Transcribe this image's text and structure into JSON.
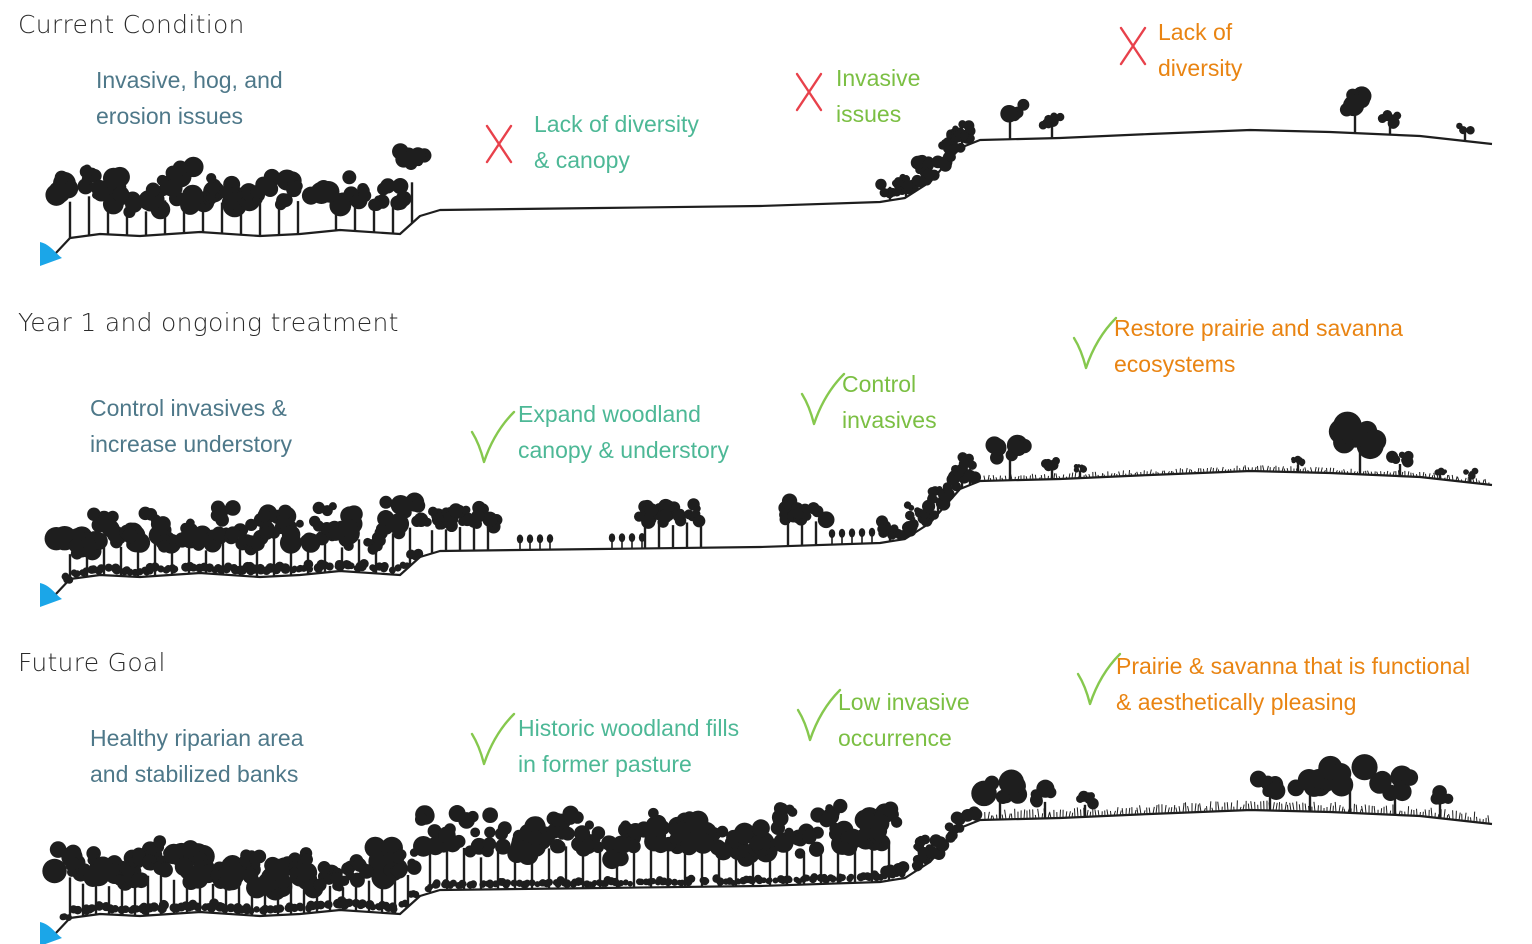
{
  "colors": {
    "issue_mark": "#e8414b",
    "check_mark": "#86c84e",
    "teal_text": "#4db896",
    "slate_text": "#4e7889",
    "green_text": "#7bbf43",
    "orange_text": "#e98412",
    "water": "#1ba6e8",
    "ground": "#1e1e1e",
    "title_text": "#2b2b2b"
  },
  "panels": [
    {
      "title": "Current Condition",
      "notes": [
        {
          "lines": [
            "Invasive, hog, and",
            "erosion issues"
          ],
          "color": "slate_text",
          "mark": "none"
        },
        {
          "lines": [
            "Lack of diversity",
            "& canopy"
          ],
          "color": "teal_text",
          "mark": "x"
        },
        {
          "lines": [
            "Invasive",
            "issues"
          ],
          "color": "green_text",
          "mark": "x"
        },
        {
          "lines": [
            "Lack of",
            "diversity"
          ],
          "color": "orange_text",
          "mark": "x"
        }
      ]
    },
    {
      "title": "Year 1 and ongoing treatment",
      "notes": [
        {
          "lines": [
            "Control invasives &",
            "increase understory"
          ],
          "color": "slate_text",
          "mark": "none"
        },
        {
          "lines": [
            "Expand woodland",
            "canopy & understory"
          ],
          "color": "teal_text",
          "mark": "check"
        },
        {
          "lines": [
            "Control",
            "invasives"
          ],
          "color": "green_text",
          "mark": "check"
        },
        {
          "lines": [
            "Restore prairie and savanna",
            "ecosystems"
          ],
          "color": "orange_text",
          "mark": "check"
        }
      ]
    },
    {
      "title": "Future Goal",
      "notes": [
        {
          "lines": [
            "Healthy riparian area",
            "and stabilized banks"
          ],
          "color": "slate_text",
          "mark": "none"
        },
        {
          "lines": [
            "Historic woodland fills",
            "in former pasture"
          ],
          "color": "teal_text",
          "mark": "check"
        },
        {
          "lines": [
            "Low invasive",
            "occurrence"
          ],
          "color": "green_text",
          "mark": "check"
        },
        {
          "lines": [
            "Prairie & savanna that is functional",
            "& aesthetically pleasing"
          ],
          "color": "orange_text",
          "mark": "check"
        }
      ]
    }
  ]
}
